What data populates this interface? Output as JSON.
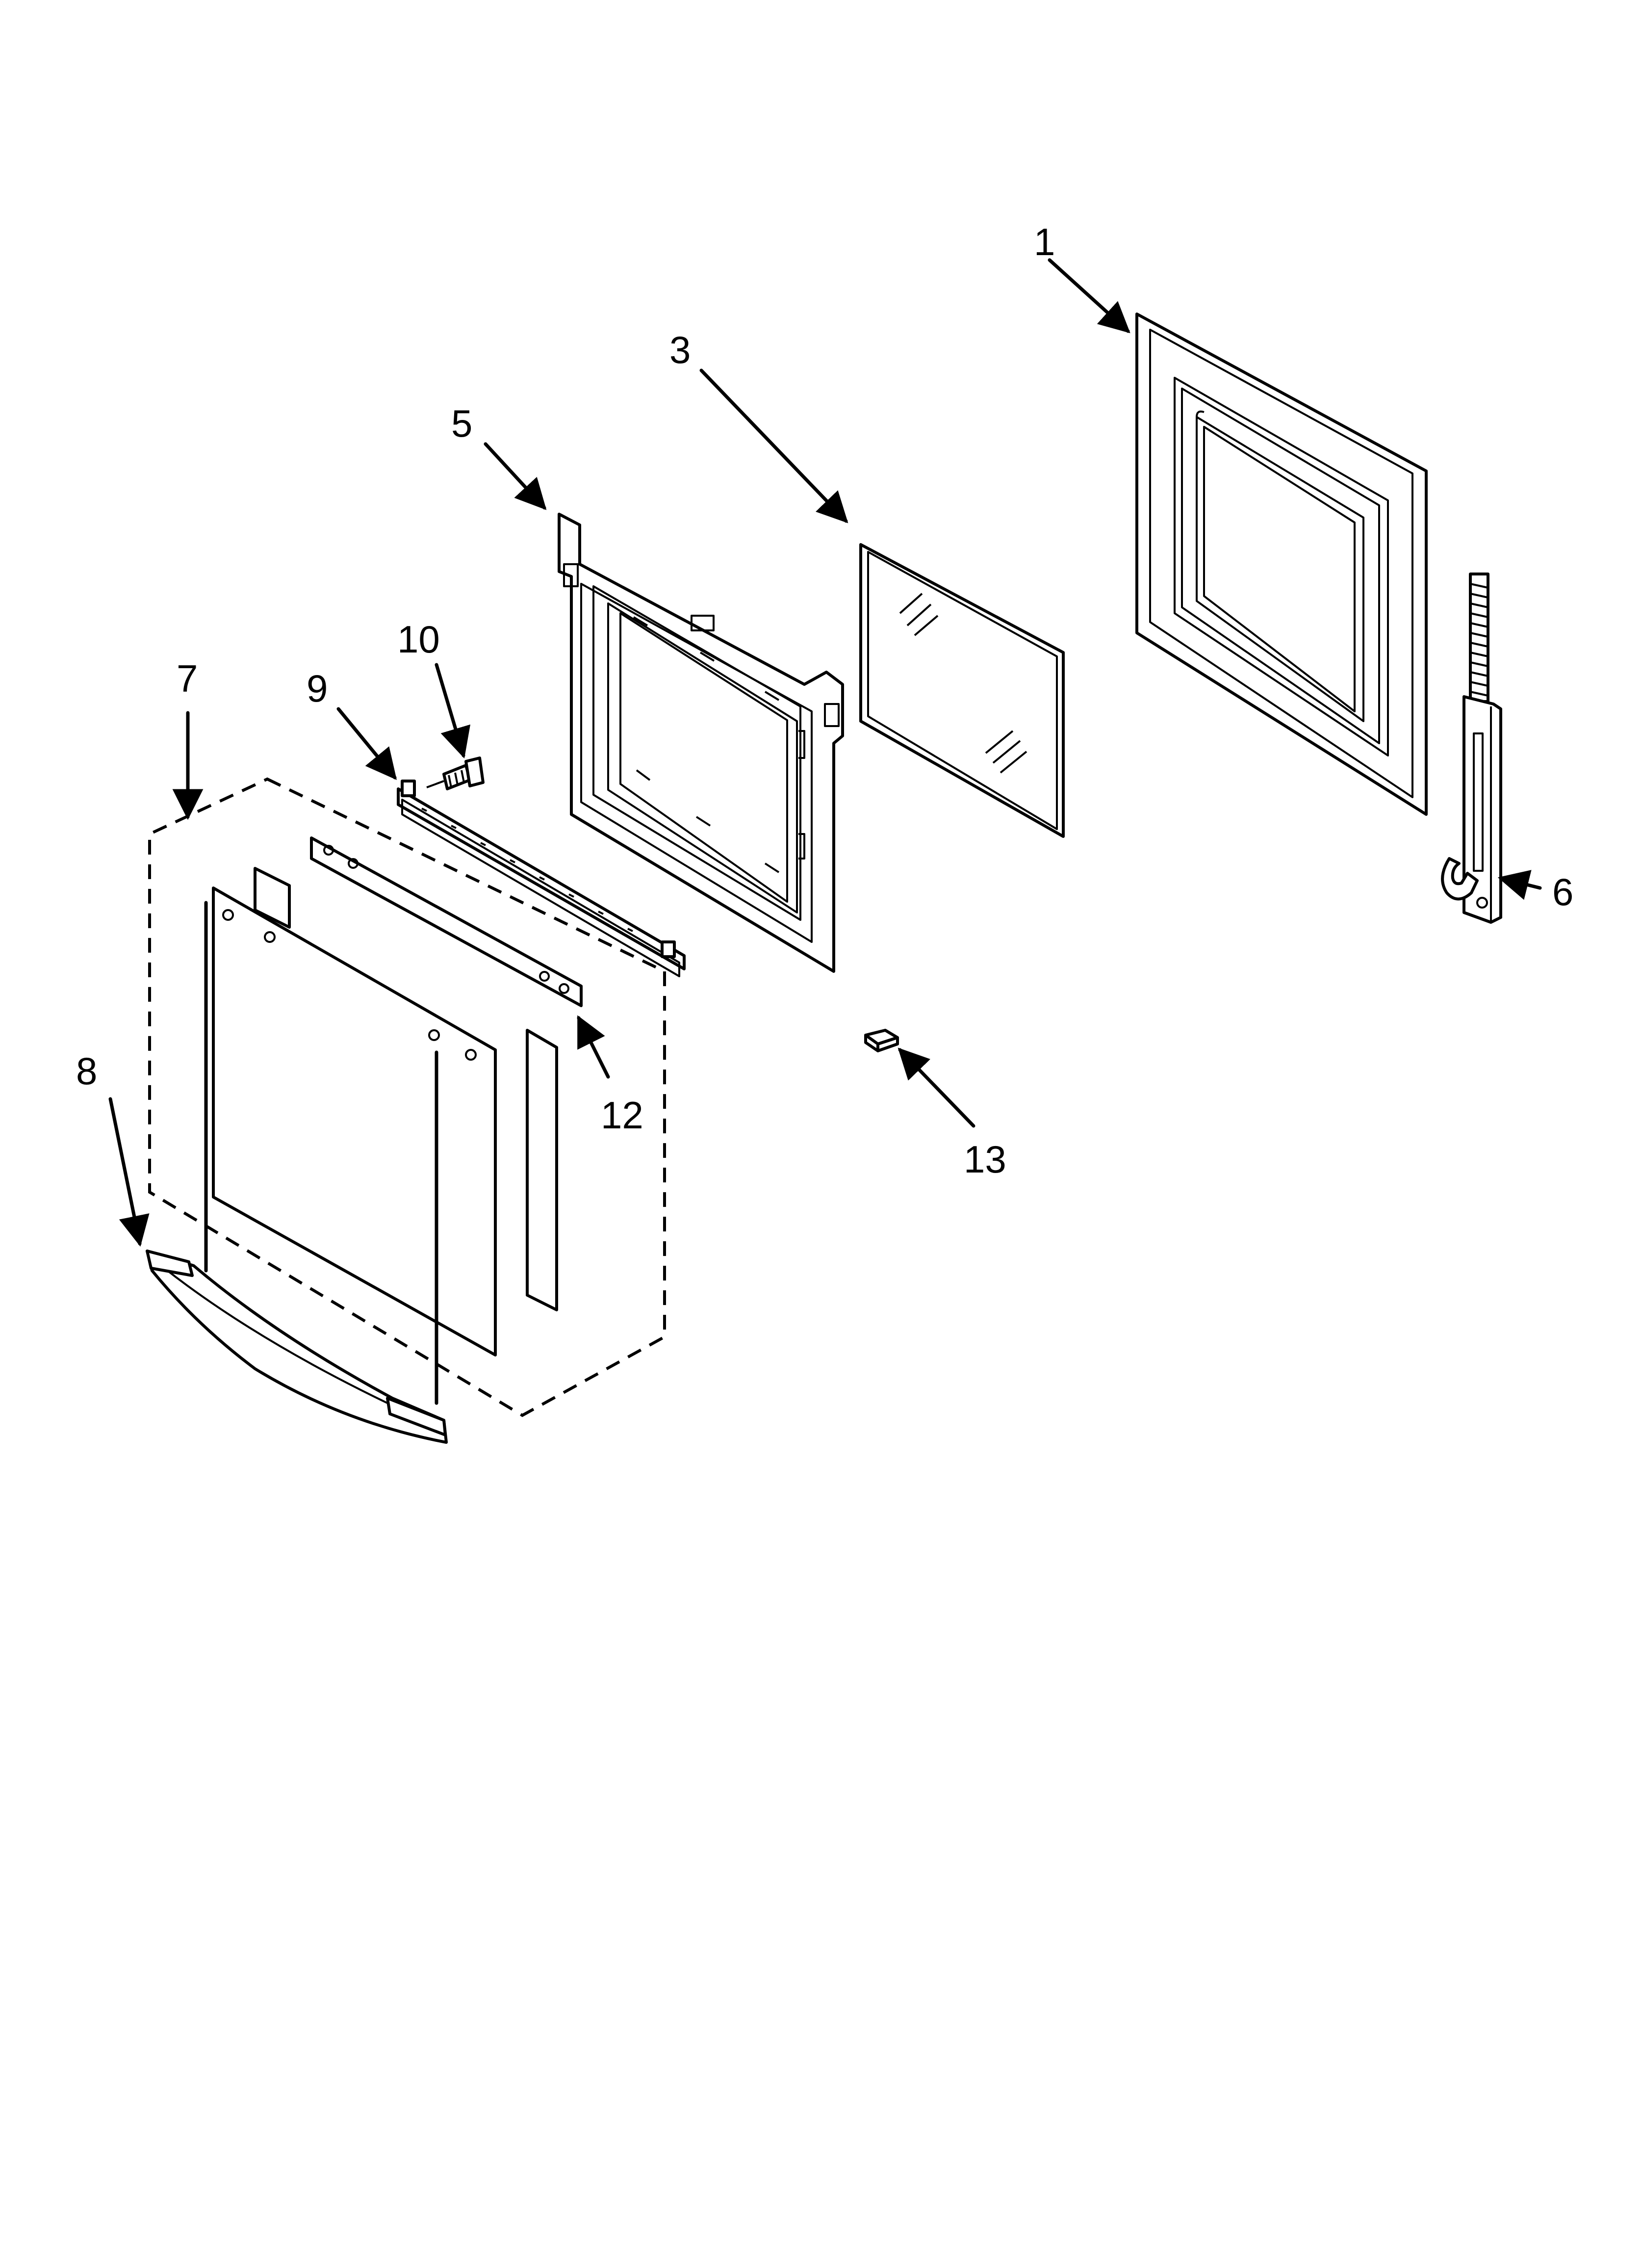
{
  "callouts": [
    {
      "id": "1",
      "label": "1"
    },
    {
      "id": "3",
      "label": "3"
    },
    {
      "id": "5",
      "label": "5"
    },
    {
      "id": "6",
      "label": "6"
    },
    {
      "id": "7",
      "label": "7"
    },
    {
      "id": "8",
      "label": "8"
    },
    {
      "id": "9",
      "label": "9"
    },
    {
      "id": "10",
      "label": "10"
    },
    {
      "id": "12",
      "label": "12"
    },
    {
      "id": "13",
      "label": "13"
    }
  ],
  "colors": {
    "ink": "#000000",
    "background": "#ffffff"
  }
}
